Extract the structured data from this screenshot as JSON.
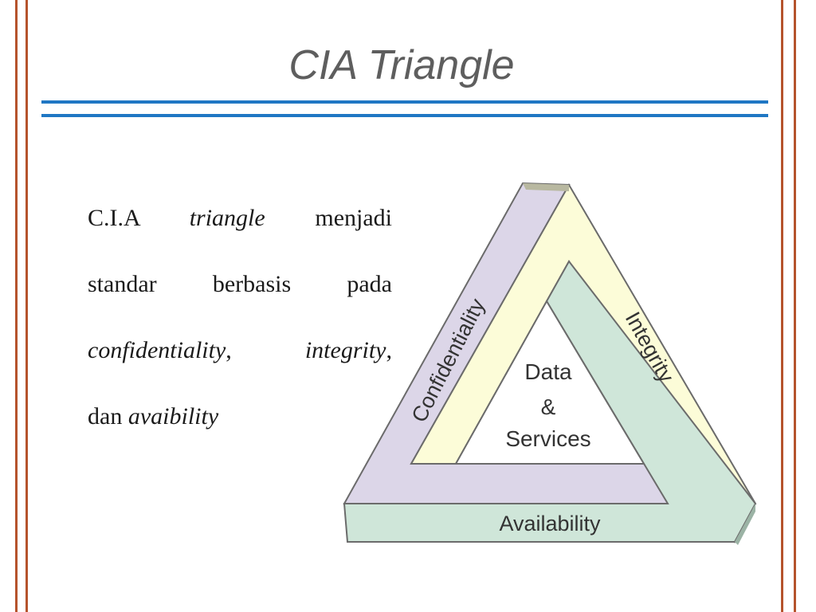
{
  "slide": {
    "title": "CIA Triangle",
    "accent_color": "#1f77c4",
    "border_color": "#b5532c"
  },
  "body": {
    "line1": {
      "a": "C.I.A",
      "b": "triangle",
      "c": "menjadi"
    },
    "line2": {
      "a": "standar",
      "b": "berbasis",
      "c": "pada"
    },
    "line3": {
      "a": "confidentiality",
      "b": ",",
      "c": "integrity",
      "d": ","
    },
    "line4": {
      "a": "dan",
      "b": "avaibility"
    }
  },
  "diagram": {
    "confidentiality": "Confidentiality",
    "integrity": "Integrity",
    "availability": "Availability",
    "center_line1": "Data",
    "center_line2": "&",
    "center_line3": "Services",
    "colors": {
      "confidentiality": "#dcd6e8",
      "integrity": "#fcfcd8",
      "availability": "#cfe6d9",
      "outline": "#6b6b6b"
    }
  }
}
